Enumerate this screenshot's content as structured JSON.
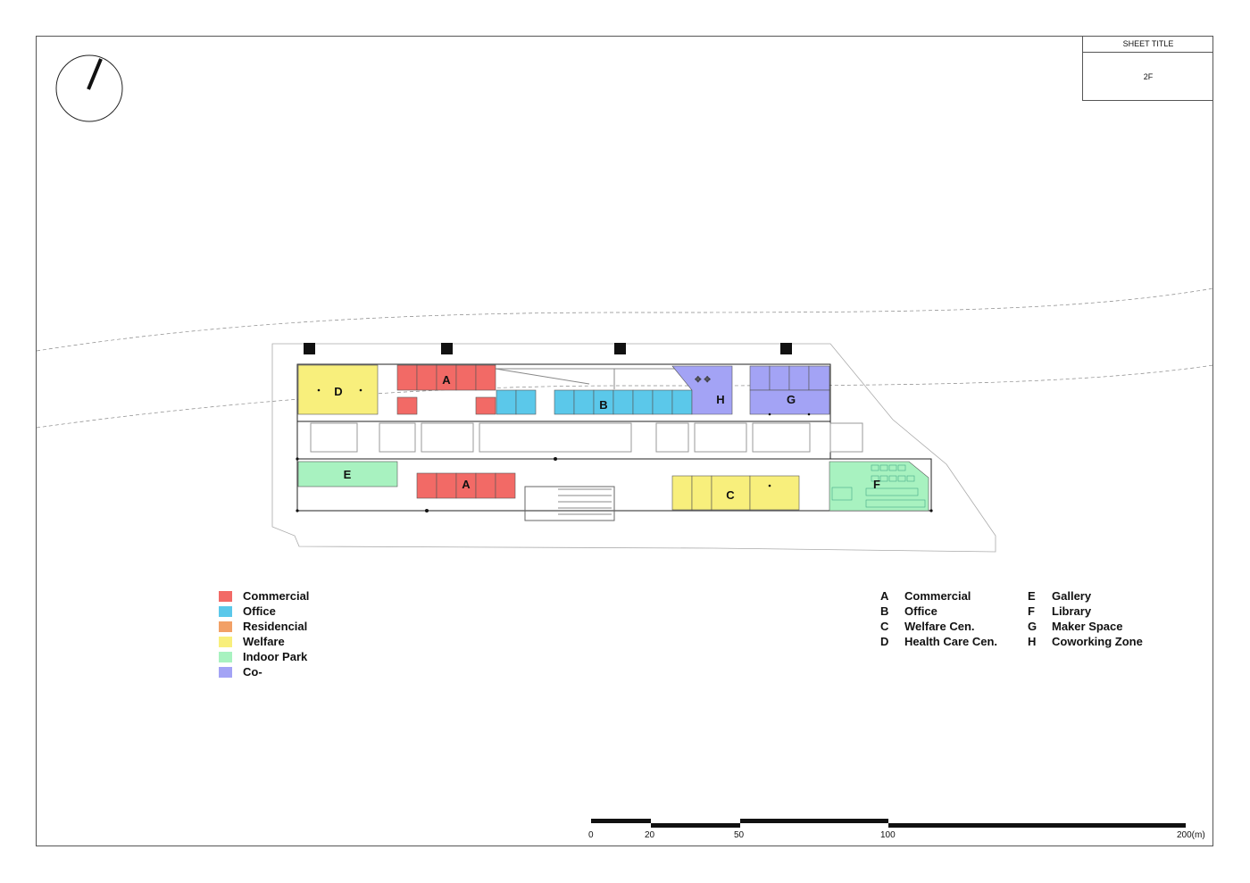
{
  "sheet": {
    "title_label": "SHEET TITLE",
    "title_value": "2F"
  },
  "legend": {
    "items": [
      {
        "label": "Commercial",
        "color": "#f26a66"
      },
      {
        "label": "Office",
        "color": "#5bc8ea"
      },
      {
        "label": "Residencial",
        "color": "#f2a066"
      },
      {
        "label": "Welfare",
        "color": "#f8ef7c"
      },
      {
        "label": "Indoor Park",
        "color": "#a8f2c0"
      },
      {
        "label": "Co-",
        "color": "#a3a3f5"
      }
    ]
  },
  "zones": {
    "left": [
      {
        "letter": "A",
        "name": "Commercial"
      },
      {
        "letter": "B",
        "name": "Office"
      },
      {
        "letter": "C",
        "name": "Welfare Cen."
      },
      {
        "letter": "D",
        "name": "Health Care Cen."
      }
    ],
    "right": [
      {
        "letter": "E",
        "name": "Gallery"
      },
      {
        "letter": "F",
        "name": "Library"
      },
      {
        "letter": "G",
        "name": "Maker Space"
      },
      {
        "letter": "H",
        "name": "Coworking Zone"
      }
    ]
  },
  "plan_labels": {
    "d": "D",
    "a_top": "A",
    "b": "B",
    "h": "H",
    "g": "G",
    "e": "E",
    "a_bottom": "A",
    "c": "C",
    "f": "F"
  },
  "scale": {
    "ticks": [
      "0",
      "20",
      "50",
      "100",
      "200(m)"
    ]
  },
  "colors": {
    "commercial": "#f26a66",
    "office": "#5bc8ea",
    "welfare": "#f8ef7c",
    "indoor_park": "#a8f2c0",
    "co": "#a3a3f5"
  }
}
